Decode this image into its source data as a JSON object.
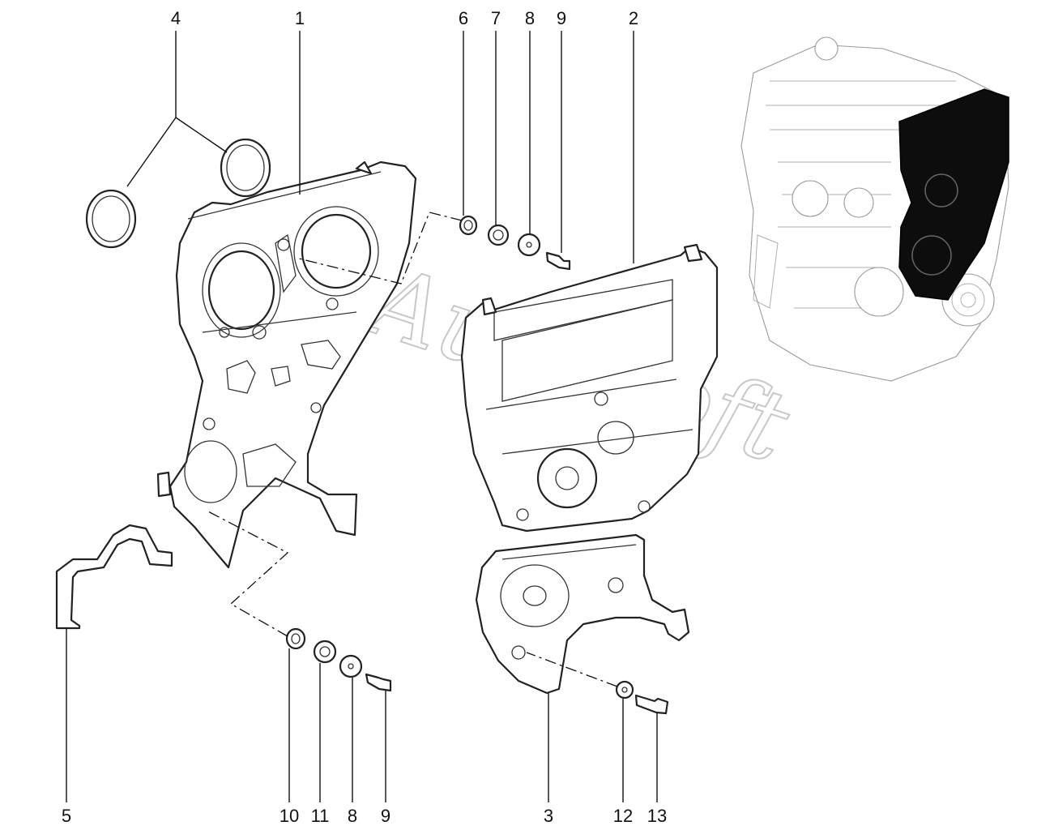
{
  "diagram": {
    "watermark": "AutoSoft",
    "callouts": [
      {
        "id": "c4",
        "label": "4"
      },
      {
        "id": "c1",
        "label": "1"
      },
      {
        "id": "c6",
        "label": "6"
      },
      {
        "id": "c7",
        "label": "7"
      },
      {
        "id": "c8a",
        "label": "8"
      },
      {
        "id": "c9a",
        "label": "9"
      },
      {
        "id": "c2",
        "label": "2"
      },
      {
        "id": "c5",
        "label": "5"
      },
      {
        "id": "c10",
        "label": "10"
      },
      {
        "id": "c11",
        "label": "11"
      },
      {
        "id": "c8b",
        "label": "8"
      },
      {
        "id": "c9b",
        "label": "9"
      },
      {
        "id": "c3",
        "label": "3"
      },
      {
        "id": "c12",
        "label": "12"
      },
      {
        "id": "c13",
        "label": "13"
      }
    ],
    "colors": {
      "line": "#222222",
      "engine_cover": "#0a0a0a",
      "watermark": "#c8c8c8"
    }
  }
}
